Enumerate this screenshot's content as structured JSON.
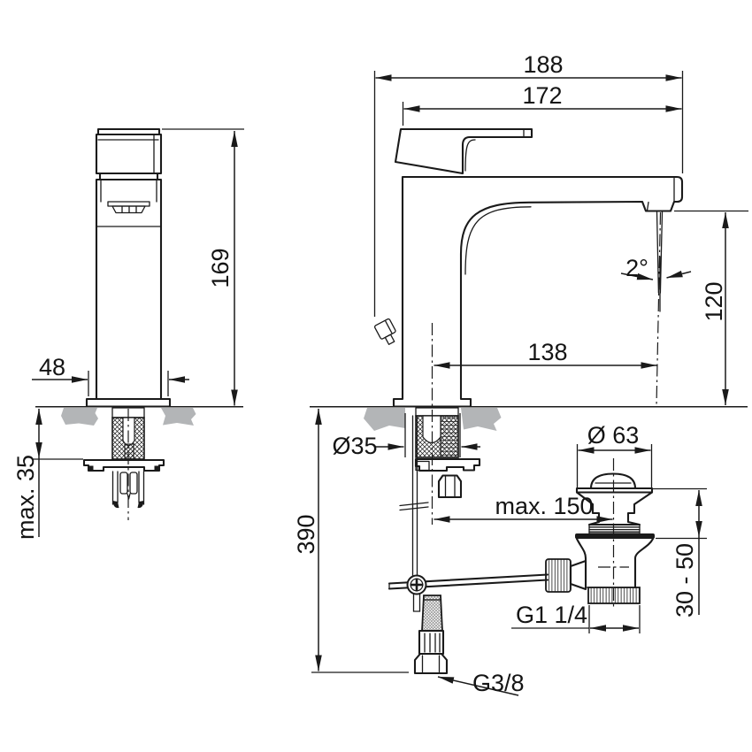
{
  "meta": {
    "description": "Technical installation drawing of a single-lever basin mixer tap with pop-up waste, front view and side view with dimensions in mm"
  },
  "labels": {
    "front_width": "48",
    "front_height": "169",
    "deck_thickness": "max. 35",
    "total_depth": "188",
    "body_depth": "172",
    "stream_angle": "2°",
    "outlet_height": "120",
    "spout_reach": "138",
    "hole_diameter": "Ø35",
    "below_deck_height": "390",
    "rod_to_drain": "max. 150",
    "waste_cap_diameter": "Ø 63",
    "deck_adjust_range": "30 - 50",
    "waste_thread": "G1 1/4",
    "supply_thread": "G3/8"
  },
  "colors": {
    "line": "#1a1a1a",
    "counter_fill": "#b3b5b7",
    "gasket_fill": "#1a1a1a",
    "background": "#ffffff"
  }
}
